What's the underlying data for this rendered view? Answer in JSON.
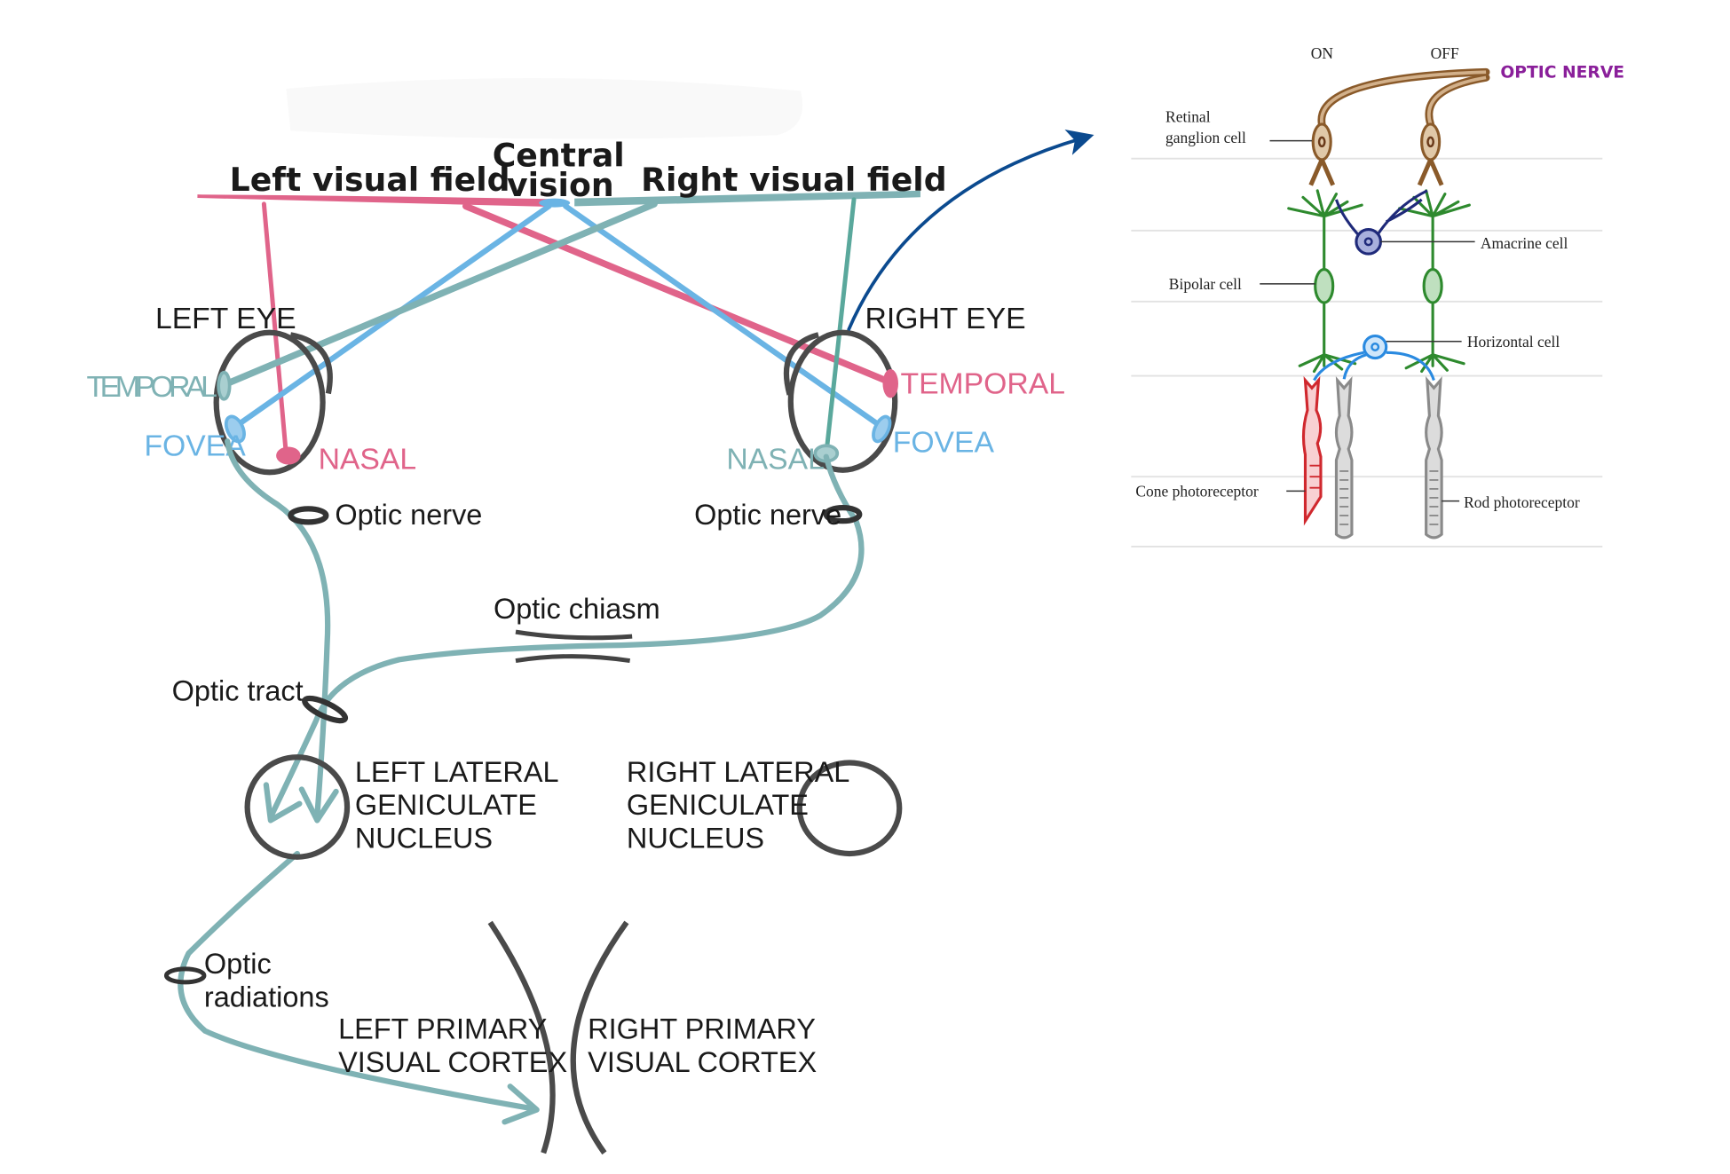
{
  "colors": {
    "pink": "#e0648a",
    "teal": "#7fb2b4",
    "blue": "#6ab4e4",
    "dark": "#4a4a4a",
    "arrow": "#0b4a8f",
    "purple": "#8a1f9a",
    "brown": "#a87a4a",
    "green": "#2e8a2e",
    "navy": "#1f2a7a",
    "red": "#d0282e",
    "gray": "#8a8a8a"
  },
  "fields": {
    "left": "Left visual field",
    "central_1": "Central",
    "central_2": "vision",
    "right": "Right visual field"
  },
  "left_eye": {
    "title": "LEFT EYE",
    "temporal": "TEMPORAL",
    "fovea": "FOVEA",
    "nasal": "NASAL",
    "optic_nerve": "Optic nerve"
  },
  "right_eye": {
    "title": "RIGHT EYE",
    "temporal": "TEMPORAL",
    "fovea": "FOVEA",
    "nasal": "NASAL",
    "optic_nerve": "Optic nerve"
  },
  "pathway": {
    "optic_chiasm": "Optic chiasm",
    "optic_tract": "Optic tract",
    "left_lgn": [
      "LEFT LATERAL",
      "GENICULATE",
      "NUCLEUS"
    ],
    "right_lgn": [
      "RIGHT LATERAL",
      "GENICULATE",
      "NUCLEUS"
    ],
    "optic_radiations": [
      "Optic",
      "radiations"
    ],
    "left_cortex": [
      "LEFT PRIMARY",
      "VISUAL CORTEX"
    ],
    "right_cortex": [
      "RIGHT PRIMARY",
      "VISUAL CORTEX"
    ]
  },
  "retina": {
    "on": "ON",
    "off": "OFF",
    "optic_nerve": "OPTIC NERVE",
    "ganglion": [
      "Retinal",
      "ganglion cell"
    ],
    "amacrine": "Amacrine cell",
    "bipolar": "Bipolar cell",
    "horizontal": "Horizontal cell",
    "cone": "Cone photoreceptor",
    "rod": "Rod photoreceptor"
  }
}
